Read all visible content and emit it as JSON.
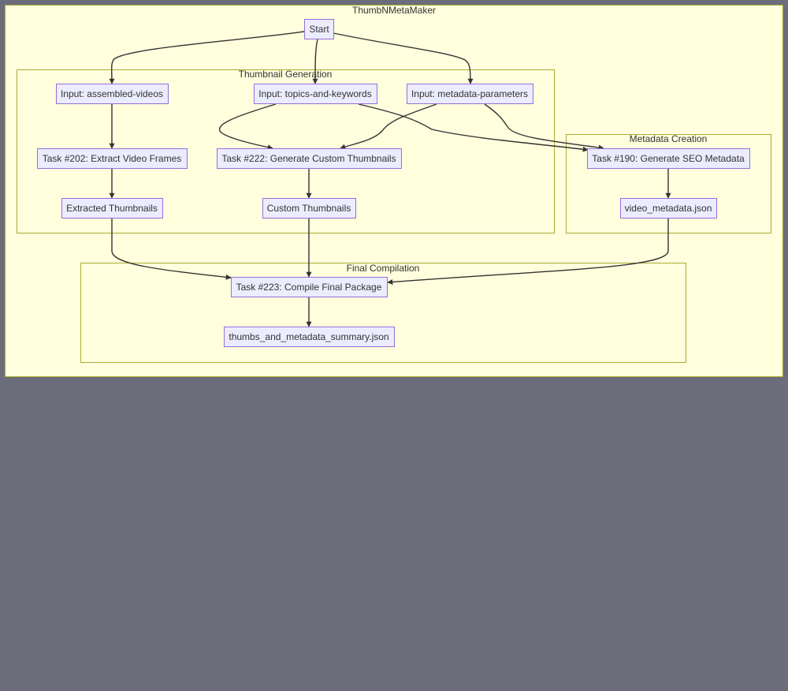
{
  "diagram": {
    "title": "ThumbNMetaMaker",
    "clusters": {
      "thumbnail": "Thumbnail Generation",
      "metadata": "Metadata Creation",
      "final": "Final Compilation"
    },
    "nodes": {
      "start": "Start",
      "input_videos": "Input: assembled-videos",
      "input_topics": "Input: topics-and-keywords",
      "input_params": "Input: metadata-parameters",
      "task202": "Task #202: Extract Video Frames",
      "task222": "Task #222: Generate Custom Thumbnails",
      "task190": "Task #190: Generate SEO Metadata",
      "extracted": "Extracted Thumbnails",
      "custom": "Custom Thumbnails",
      "video_meta": "video_metadata.json",
      "task223": "Task #223: Compile Final Package",
      "summary": "thumbs_and_metadata_summary.json"
    },
    "edges": [
      {
        "from": "start",
        "to": "input_videos"
      },
      {
        "from": "start",
        "to": "input_topics"
      },
      {
        "from": "start",
        "to": "input_params"
      },
      {
        "from": "input_videos",
        "to": "task202"
      },
      {
        "from": "input_topics",
        "to": "task222"
      },
      {
        "from": "input_params",
        "to": "task222"
      },
      {
        "from": "input_topics",
        "to": "task190"
      },
      {
        "from": "input_params",
        "to": "task190"
      },
      {
        "from": "task202",
        "to": "extracted"
      },
      {
        "from": "task222",
        "to": "custom"
      },
      {
        "from": "task190",
        "to": "video_meta"
      },
      {
        "from": "extracted",
        "to": "task223"
      },
      {
        "from": "custom",
        "to": "task223"
      },
      {
        "from": "video_meta",
        "to": "task223"
      },
      {
        "from": "task223",
        "to": "summary"
      }
    ],
    "colors": {
      "background": "#6b6d7b",
      "canvas_fill": "#ffffde",
      "cluster_border": "#aaaa33",
      "node_fill": "#ececff",
      "node_border": "#9370db",
      "edge": "#333333"
    }
  }
}
